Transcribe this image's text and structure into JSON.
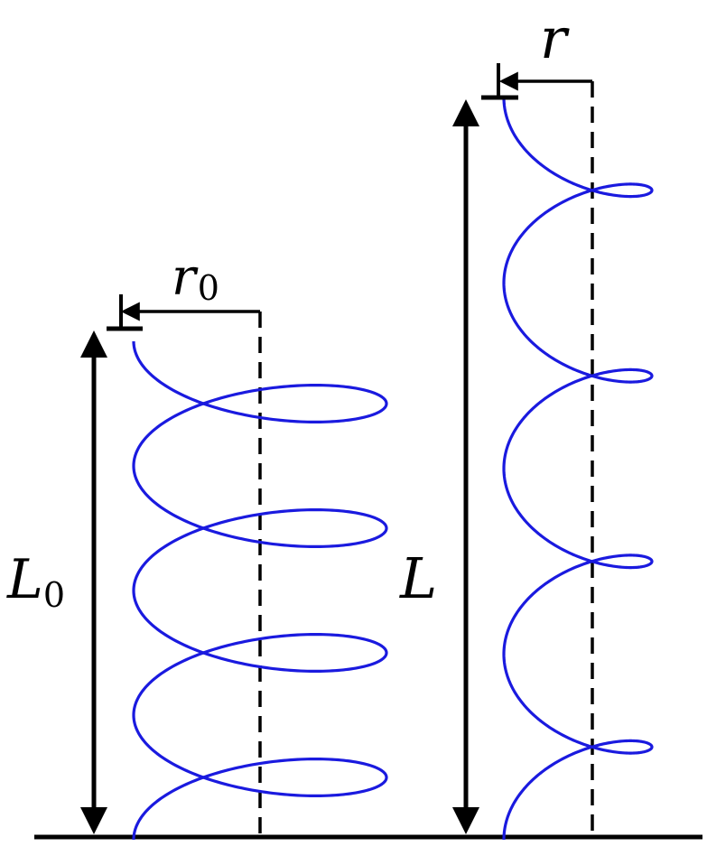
{
  "diagram": {
    "labels": {
      "r0_main": "r",
      "r0_sub": "0",
      "L0_main": "L",
      "L0_sub": "0",
      "r_main": "r",
      "L_main": "L"
    },
    "colors": {
      "helix": "#1a1adf",
      "ink": "#000000"
    }
  }
}
